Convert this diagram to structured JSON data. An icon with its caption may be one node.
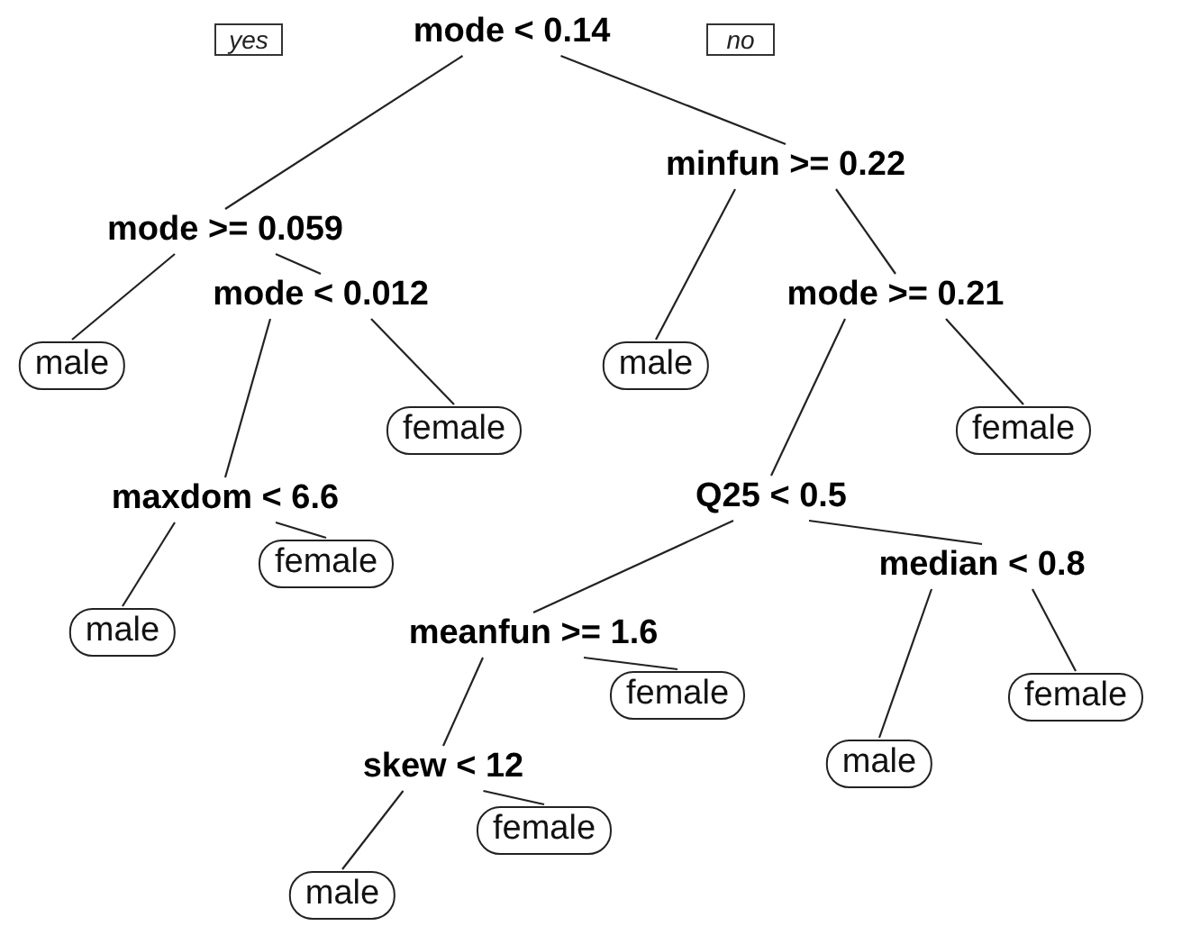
{
  "diagram": {
    "nodes": [
      {
        "text": [
          "mode < 0.14"
        ]
      },
      {
        "text": [
          "minfun >= 0.22"
        ]
      },
      {
        "text": [
          "mode >= 0.059"
        ]
      },
      {
        "text": [
          "mode < 0.012"
        ]
      },
      {
        "text": [
          "mode >= 0.21"
        ]
      },
      {
        "text": [
          "male"
        ]
      },
      {
        "text": [
          "male"
        ]
      },
      {
        "text": [
          "female"
        ]
      },
      {
        "text": [
          "female"
        ]
      },
      {
        "text": [
          "maxdom < 6.6"
        ]
      },
      {
        "text": [
          "Q25 < 0.5"
        ]
      },
      {
        "text": [
          "female"
        ]
      },
      {
        "text": [
          "median < 0.8"
        ]
      },
      {
        "text": [
          "male"
        ]
      },
      {
        "text": [
          "meanfun >= 1.6"
        ]
      },
      {
        "text": [
          "female"
        ]
      },
      {
        "text": [
          "female"
        ]
      },
      {
        "text": [
          "male"
        ]
      },
      {
        "text": [
          "skew < 12"
        ]
      },
      {
        "text": [
          "female"
        ]
      },
      {
        "text": [
          "male"
        ]
      }
    ],
    "edges": [
      {
        "from": 0,
        "to": 2,
        "arrow": "none"
      },
      {
        "from": 0,
        "to": 1,
        "arrow": "none"
      },
      {
        "from": 2,
        "to": 5,
        "arrow": "none"
      },
      {
        "from": 2,
        "to": 3,
        "arrow": "none"
      },
      {
        "from": 3,
        "to": 9,
        "arrow": "none"
      },
      {
        "from": 3,
        "to": 7,
        "arrow": "none"
      },
      {
        "from": 1,
        "to": 6,
        "arrow": "none"
      },
      {
        "from": 1,
        "to": 4,
        "arrow": "none"
      },
      {
        "from": 4,
        "to": 10,
        "arrow": "none"
      },
      {
        "from": 4,
        "to": 8,
        "arrow": "none"
      },
      {
        "from": 9,
        "to": 13,
        "arrow": "none"
      },
      {
        "from": 9,
        "to": 11,
        "arrow": "none"
      },
      {
        "from": 10,
        "to": 14,
        "arrow": "none"
      },
      {
        "from": 10,
        "to": 12,
        "arrow": "none"
      },
      {
        "from": 14,
        "to": 18,
        "arrow": "none"
      },
      {
        "from": 14,
        "to": 15,
        "arrow": "none"
      },
      {
        "from": 12,
        "to": 17,
        "arrow": "none"
      },
      {
        "from": 12,
        "to": 16,
        "arrow": "none"
      },
      {
        "from": 18,
        "to": 20,
        "arrow": "none"
      },
      {
        "from": 18,
        "to": 19,
        "arrow": "none"
      }
    ],
    "labels": [
      "yes",
      "no"
    ]
  }
}
